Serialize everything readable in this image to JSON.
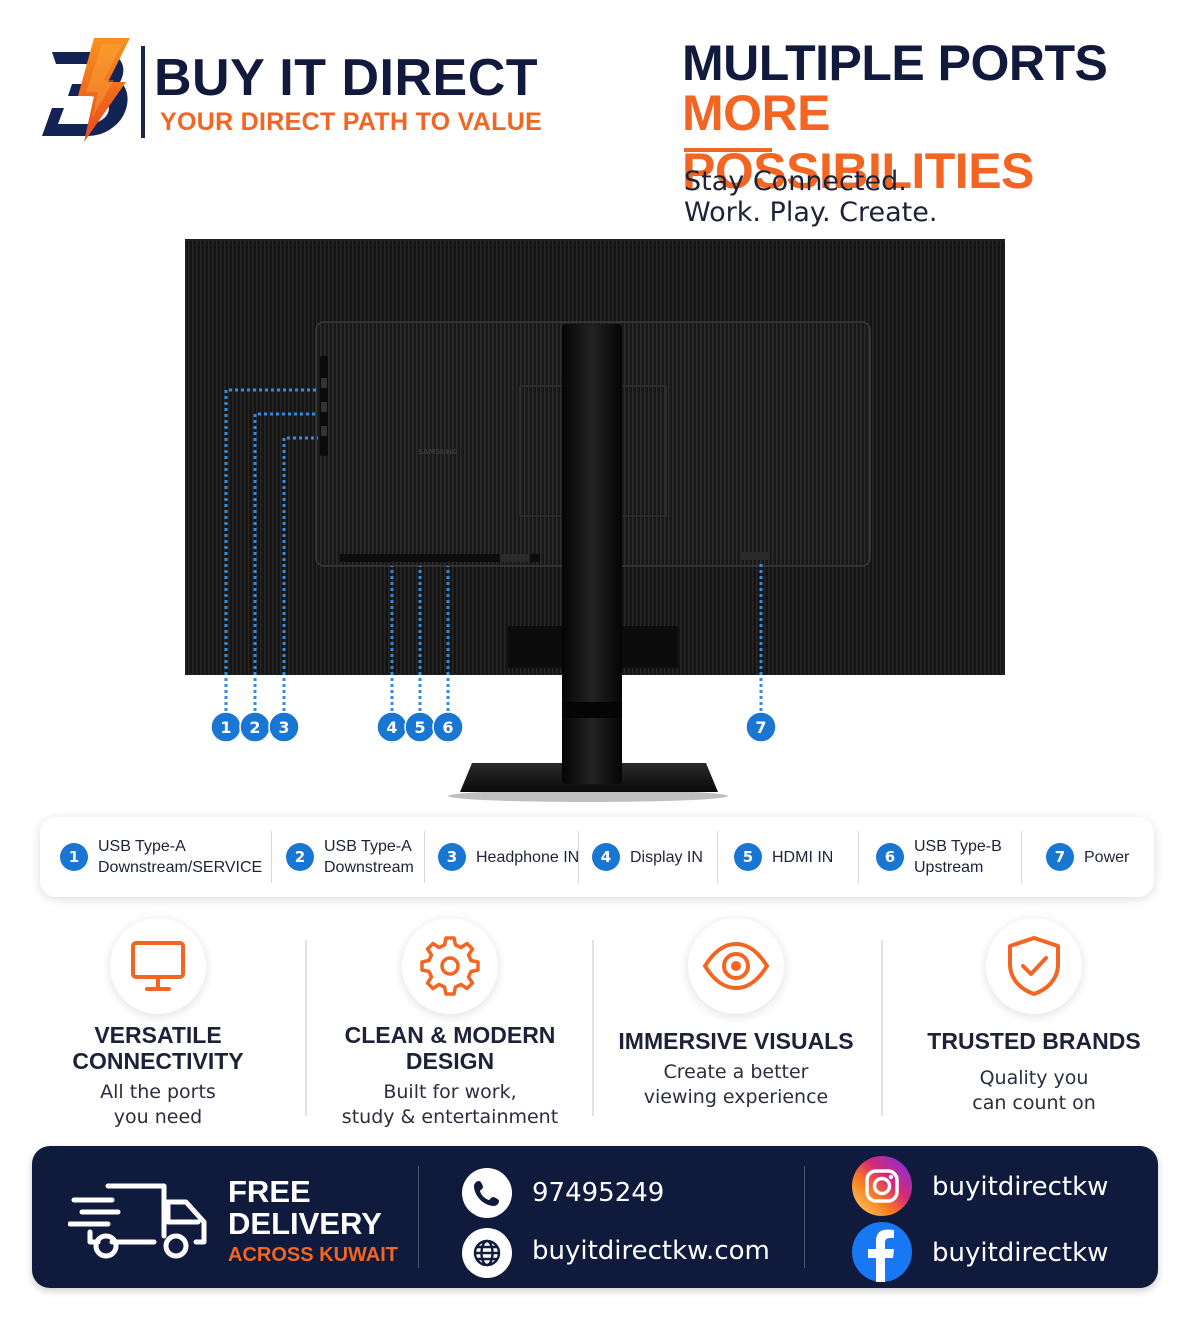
{
  "brand": {
    "name": "BUY IT DIRECT",
    "tagline": "YOUR DIRECT PATH TO VALUE",
    "logo_letter": "B"
  },
  "headline": {
    "line1": "MULTIPLE PORTS",
    "line2": "MORE POSSIBILITIES",
    "sub1": "Stay Connected.",
    "sub2": "Work. Play. Create."
  },
  "monitor": {
    "brand_mark": "SAMSUNG",
    "callouts": [
      "1",
      "2",
      "3",
      "4",
      "5",
      "6",
      "7"
    ]
  },
  "ports": [
    {
      "num": "1",
      "line1": "USB Type-A",
      "line2": "Downstream/SERVICE"
    },
    {
      "num": "2",
      "line1": "USB Type-A",
      "line2": "Downstream"
    },
    {
      "num": "3",
      "line1": "Headphone IN",
      "line2": ""
    },
    {
      "num": "4",
      "line1": "Display IN",
      "line2": ""
    },
    {
      "num": "5",
      "line1": "HDMI IN",
      "line2": ""
    },
    {
      "num": "6",
      "line1": "USB Type-B",
      "line2": "Upstream"
    },
    {
      "num": "7",
      "line1": "Power",
      "line2": ""
    }
  ],
  "features": [
    {
      "title1": "VERSATILE",
      "title2": "CONNECTIVITY",
      "desc1": "All the ports",
      "desc2": "you need",
      "icon": "monitor-icon"
    },
    {
      "title1": "CLEAN & MODERN",
      "title2": "DESIGN",
      "desc1": "Built for work,",
      "desc2": "study & entertainment",
      "icon": "gear-icon"
    },
    {
      "title1": "IMMERSIVE VISUALS",
      "title2": "",
      "desc1": "Create a better",
      "desc2": "viewing experience",
      "icon": "eye-icon"
    },
    {
      "title1": "TRUSTED BRANDS",
      "title2": "",
      "desc1": "Quality you",
      "desc2": "can count on",
      "icon": "shield-check-icon"
    }
  ],
  "footer": {
    "delivery1": "FREE",
    "delivery2": "DELIVERY",
    "delivery3": "ACROSS KUWAIT",
    "phone": "97495249",
    "website": "buyitdirectkw.com",
    "instagram": "buyitdirectkw",
    "facebook": "buyitdirectkw"
  },
  "colors": {
    "accent": "#f26522",
    "navy": "#0f1a3d",
    "callout_blue": "#1976d2",
    "text_dark": "#111a3c"
  }
}
